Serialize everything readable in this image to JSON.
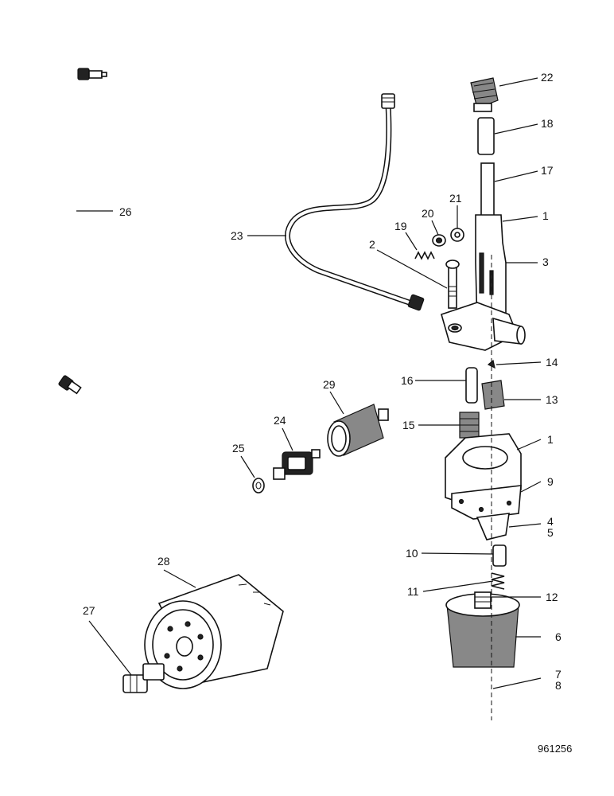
{
  "labels": {
    "p1": "1",
    "p1b": "1",
    "p2": "2",
    "p3": "3",
    "p4": "4",
    "p5": "5",
    "p6": "6",
    "p7": "7",
    "p8": "8",
    "p9": "9",
    "p10": "10",
    "p11": "11",
    "p12": "12",
    "p13": "13",
    "p14": "14",
    "p15": "15",
    "p16": "16",
    "p17": "17",
    "p18": "18",
    "p19": "19",
    "p20": "20",
    "p21": "21",
    "p22": "22",
    "p23": "23",
    "p24": "24",
    "p25": "25",
    "p26": "26",
    "p27": "27",
    "p28": "28",
    "p29": "29"
  },
  "figure_number": "961256"
}
